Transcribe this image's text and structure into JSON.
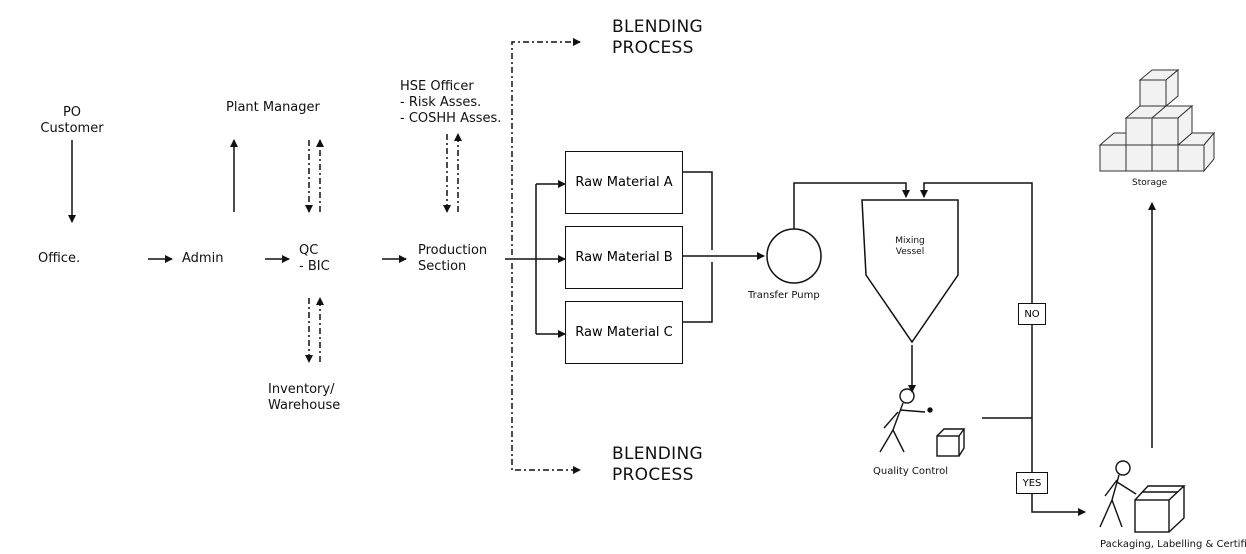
{
  "nodes": {
    "po_customer": [
      "PO",
      "Customer"
    ],
    "office": "Office.",
    "admin": "Admin",
    "plant_manager": "Plant Manager",
    "qc": [
      "QC",
      "- BIC"
    ],
    "inventory": [
      "Inventory/",
      "Warehouse"
    ],
    "hse": [
      "HSE Officer",
      "- Risk Asses.",
      "- COSHH Asses."
    ],
    "production": [
      "Production",
      "Section"
    ],
    "blending_top": [
      "BLENDING",
      "PROCESS"
    ],
    "blending_bottom": [
      "BLENDING",
      "PROCESS"
    ],
    "raw_a": "Raw Material A",
    "raw_b": "Raw Material B",
    "raw_c": "Raw Material C",
    "transfer_pump": "Transfer  Pump",
    "mixing_vessel": [
      "Mixing",
      "Vessel"
    ],
    "quality_control": "Quality Control",
    "no": "NO",
    "yes": "YES",
    "packaging": "Packaging, Labelling & Certificate",
    "storage": "Storage"
  }
}
